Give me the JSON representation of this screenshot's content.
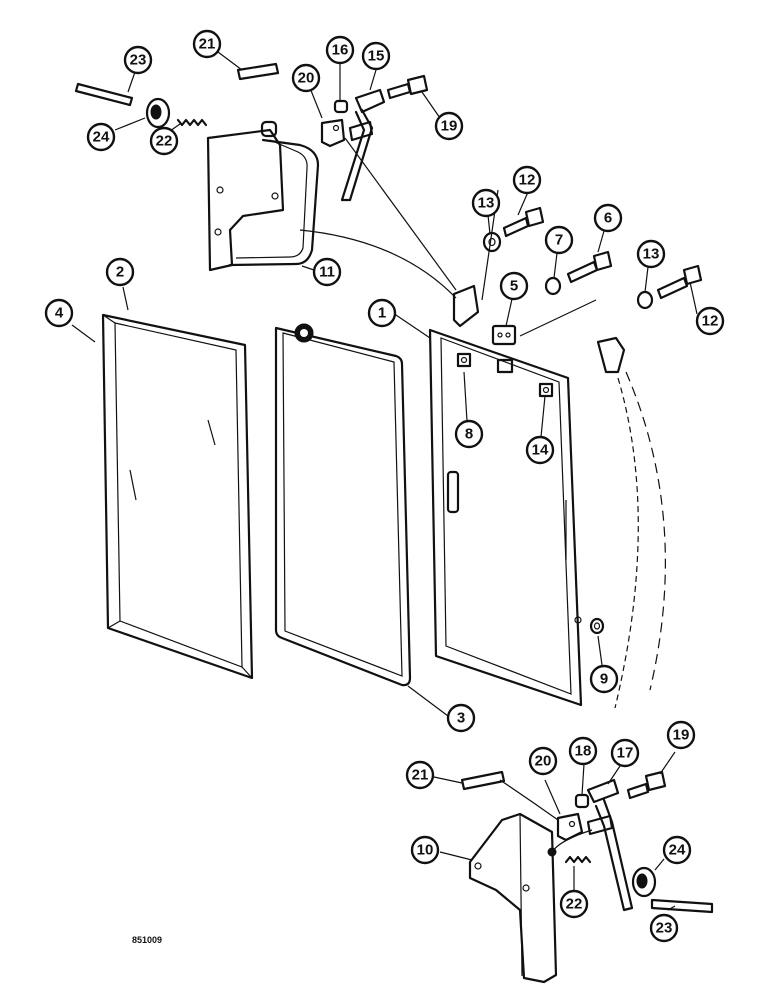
{
  "diagram": {
    "drawing_number": "851009",
    "callouts": {
      "c1": "1",
      "c2": "2",
      "c3": "3",
      "c4": "4",
      "c5": "5",
      "c6": "6",
      "c7": "7",
      "c8": "8",
      "c9": "9",
      "c10": "10",
      "c11": "11",
      "c12a": "12",
      "c12b": "12",
      "c13a": "13",
      "c13b": "13",
      "c14": "14",
      "c15": "15",
      "c16": "16",
      "c17": "17",
      "c18": "18",
      "c19a": "19",
      "c19b": "19",
      "c20a": "20",
      "c20b": "20",
      "c21a": "21",
      "c21b": "21",
      "c22a": "22",
      "c22b": "22",
      "c23a": "23",
      "c23b": "23",
      "c24a": "24",
      "c24b": "24"
    }
  }
}
